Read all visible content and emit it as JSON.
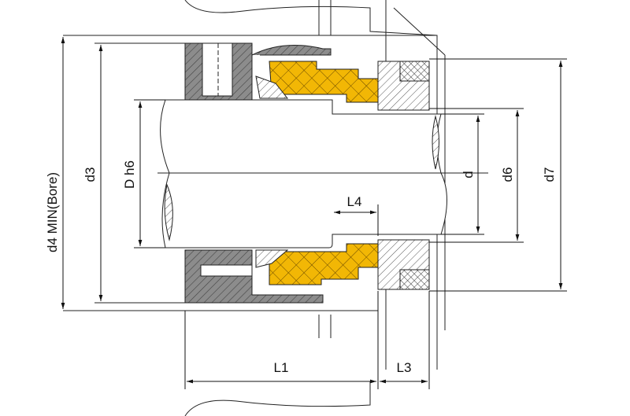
{
  "labels": {
    "d4": "d4  MIN(Bore)",
    "d3": "d3",
    "D": "D h6",
    "d": "d",
    "d6": "d6",
    "d7": "d7",
    "L4": "L4",
    "L1": "L1",
    "L3": "L3"
  },
  "colors": {
    "bellows": "#f2b705",
    "metal": "#8c8c8c",
    "line": "#222222"
  }
}
